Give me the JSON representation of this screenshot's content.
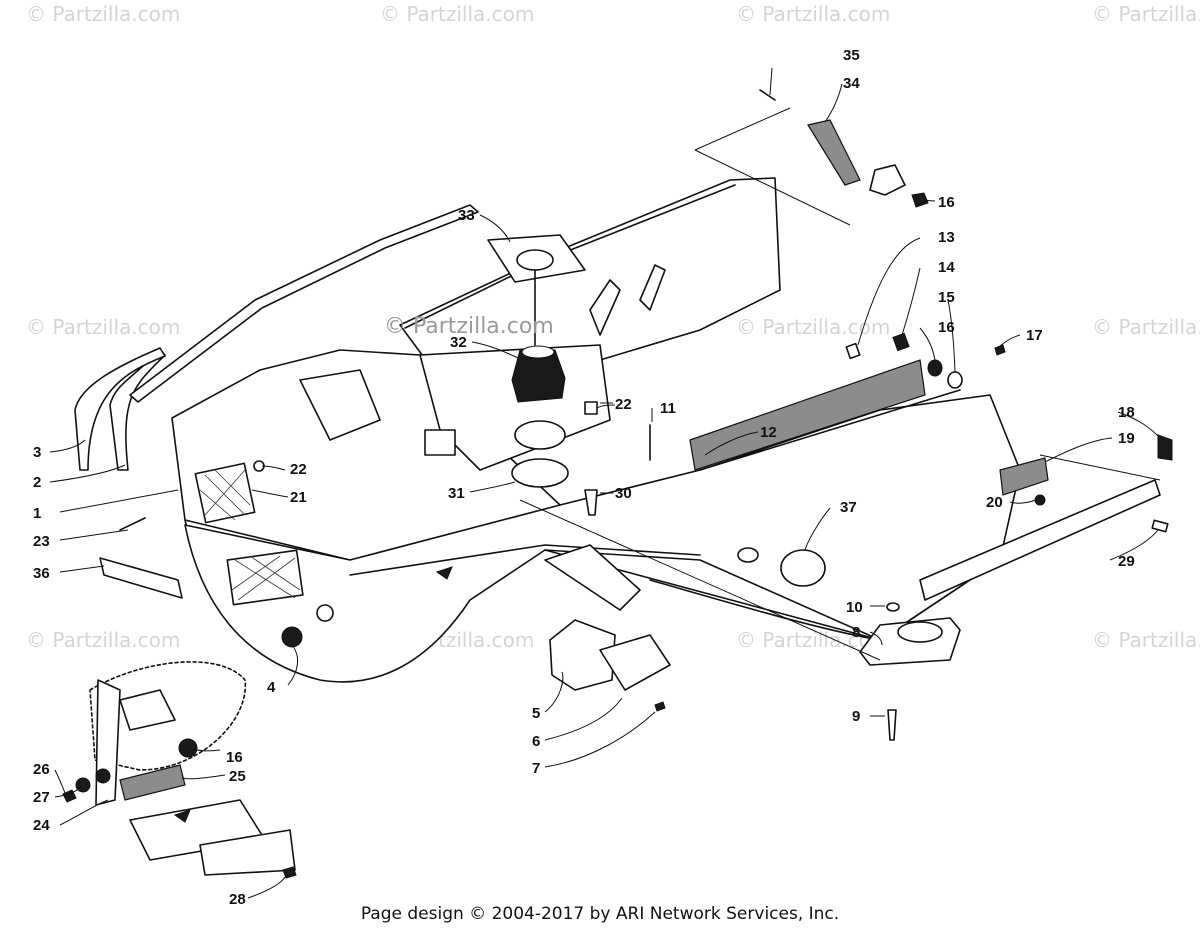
{
  "watermark": "© Partzilla.com",
  "center_watermark": "© Partzilla.com",
  "footer": "Page design © 2004-2017 by ARI Network Services, Inc.",
  "callouts": [
    "1",
    "2",
    "3",
    "4",
    "5",
    "6",
    "7",
    "8",
    "9",
    "10",
    "11",
    "12",
    "13",
    "14",
    "15",
    "16",
    "16",
    "16",
    "17",
    "18",
    "19",
    "20",
    "21",
    "22",
    "22",
    "23",
    "24",
    "25",
    "26",
    "27",
    "28",
    "29",
    "30",
    "31",
    "32",
    "33",
    "34",
    "35",
    "36",
    "37"
  ]
}
